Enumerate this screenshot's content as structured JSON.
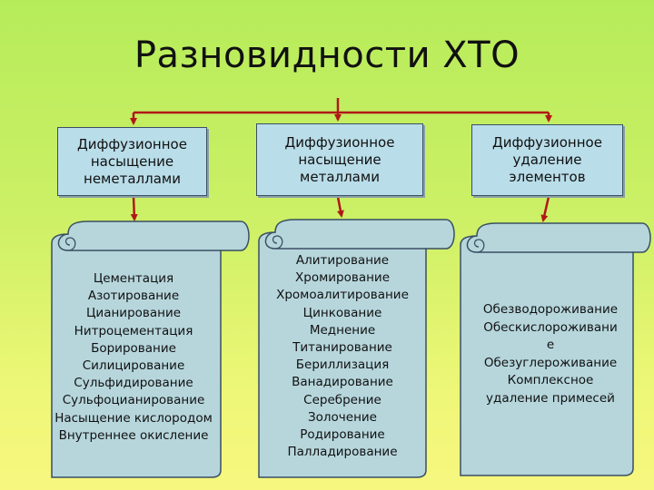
{
  "title": "Разновидности ХТО",
  "colors": {
    "connector": "#b01818",
    "box_fill": "#b9dde9",
    "scroll_fill": "#b6d6dc"
  },
  "categories": [
    {
      "label": "Диффузионное\nнасыщение\nнеметаллами",
      "items": [
        "Цементация",
        "Азотирование",
        "Цианирование",
        "Нитроцементация",
        "Борирование",
        "Силицирование",
        "Сульфидирование",
        "Сульфоцианирование",
        "Насыщение кислородом",
        "Внутреннее окисление"
      ]
    },
    {
      "label": "Диффузионное\nнасыщение\nметаллами",
      "items": [
        "Алитирование",
        "Хромирование",
        "Хромоалитирование",
        "Цинкование",
        "Меднение",
        "Титанирование",
        "Бериллизация",
        "Ванадирование",
        "Серебрение",
        "Золочение",
        "Родирование",
        "Палладирование"
      ]
    },
    {
      "label": "Диффузионное\nудаление\nэлементов",
      "items": [
        "Обезводороживание",
        "Обескислороживани",
        "е",
        "Обезуглероживание",
        "Комплексное",
        "удаление примесей"
      ]
    }
  ]
}
